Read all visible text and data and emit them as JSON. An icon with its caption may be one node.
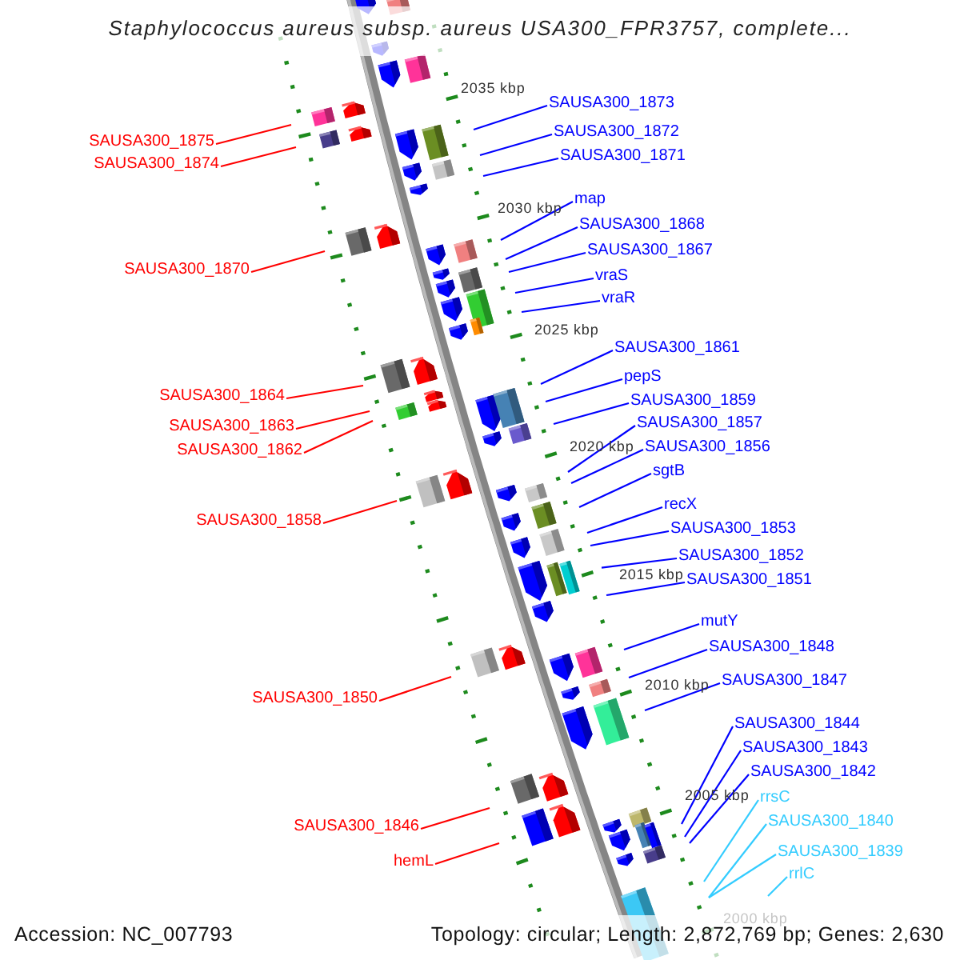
{
  "diagram": {
    "title": "Staphylococcus aureus subsp. aureus USA300_FPR3757, complete...",
    "nodes": [
      {
        "text": [
          "SAUSA300_1873"
        ]
      },
      {
        "text": [
          "SAUSA300_1872"
        ]
      },
      {
        "text": [
          "SAUSA300_1875"
        ]
      },
      {
        "text": [
          "SAUSA300_1871"
        ]
      },
      {
        "text": [
          "SAUSA300_1874"
        ]
      },
      {
        "text": [
          "map"
        ]
      },
      {
        "text": [
          "SAUSA300_1868"
        ]
      },
      {
        "text": [
          "SAUSA300_1867"
        ]
      },
      {
        "text": [
          "SAUSA300_1870"
        ]
      },
      {
        "text": [
          "vraS"
        ]
      },
      {
        "text": [
          "vraR"
        ]
      },
      {
        "text": [
          "SAUSA300_1861"
        ]
      },
      {
        "text": [
          "pepS"
        ]
      },
      {
        "text": [
          "SAUSA300_1864"
        ]
      },
      {
        "text": [
          "SAUSA300_1859"
        ]
      },
      {
        "text": [
          "SAUSA300_1857"
        ]
      },
      {
        "text": [
          "SAUSA300_1863"
        ]
      },
      {
        "text": [
          "SAUSA300_1856"
        ]
      },
      {
        "text": [
          "SAUSA300_1862"
        ]
      },
      {
        "text": [
          "sgtB"
        ]
      },
      {
        "text": [
          "recX"
        ]
      },
      {
        "text": [
          "SAUSA300_1858"
        ]
      },
      {
        "text": [
          "SAUSA300_1853"
        ]
      },
      {
        "text": [
          "SAUSA300_1852"
        ]
      },
      {
        "text": [
          "SAUSA300_1851"
        ]
      },
      {
        "text": [
          "mutY"
        ]
      },
      {
        "text": [
          "SAUSA300_1848"
        ]
      },
      {
        "text": [
          "SAUSA300_1847"
        ]
      },
      {
        "text": [
          "SAUSA300_1850"
        ]
      },
      {
        "text": [
          "SAUSA300_1844"
        ]
      },
      {
        "text": [
          "SAUSA300_1843"
        ]
      },
      {
        "text": [
          "SAUSA300_1842"
        ]
      },
      {
        "text": [
          "rrsC"
        ]
      },
      {
        "text": [
          "SAUSA300_1840"
        ]
      },
      {
        "text": [
          "SAUSA300_1846"
        ]
      },
      {
        "text": [
          "SAUSA300_1839"
        ]
      },
      {
        "text": [
          "hemL"
        ]
      },
      {
        "text": [
          "rrlC"
        ]
      }
    ],
    "edges": [
      {
        "from": 0,
        "to": null,
        "arrow": "none"
      },
      {
        "from": 1,
        "to": null,
        "arrow": "none"
      },
      {
        "from": 2,
        "to": null,
        "arrow": "none",
        "color": "#ff0000"
      },
      {
        "from": 3,
        "to": null,
        "arrow": "none"
      },
      {
        "from": 4,
        "to": null,
        "arrow": "none",
        "color": "#ff0000"
      },
      {
        "from": 5,
        "to": null,
        "arrow": "none"
      },
      {
        "from": 6,
        "to": null,
        "arrow": "none"
      },
      {
        "from": 7,
        "to": null,
        "arrow": "none"
      },
      {
        "from": 8,
        "to": null,
        "arrow": "none",
        "color": "#ff0000"
      },
      {
        "from": 9,
        "to": null,
        "arrow": "none"
      },
      {
        "from": 10,
        "to": null,
        "arrow": "none"
      },
      {
        "from": 11,
        "to": null,
        "arrow": "none"
      },
      {
        "from": 12,
        "to": null,
        "arrow": "none"
      },
      {
        "from": 13,
        "to": null,
        "arrow": "none",
        "color": "#ff0000"
      },
      {
        "from": 14,
        "to": null,
        "arrow": "none"
      },
      {
        "from": 15,
        "to": null,
        "arrow": "none"
      },
      {
        "from": 16,
        "to": null,
        "arrow": "none",
        "color": "#ff0000"
      },
      {
        "from": 17,
        "to": null,
        "arrow": "none"
      },
      {
        "from": 18,
        "to": null,
        "arrow": "none",
        "color": "#ff0000"
      },
      {
        "from": 19,
        "to": null,
        "arrow": "none"
      },
      {
        "from": 20,
        "to": null,
        "arrow": "none"
      },
      {
        "from": 21,
        "to": null,
        "arrow": "none",
        "color": "#ff0000"
      },
      {
        "from": 22,
        "to": null,
        "arrow": "none"
      },
      {
        "from": 23,
        "to": null,
        "arrow": "none"
      },
      {
        "from": 24,
        "to": null,
        "arrow": "none"
      },
      {
        "from": 25,
        "to": null,
        "arrow": "none"
      },
      {
        "from": 26,
        "to": null,
        "arrow": "none"
      },
      {
        "from": 27,
        "to": null,
        "arrow": "none"
      },
      {
        "from": 28,
        "to": null,
        "arrow": "none",
        "color": "#ff0000"
      },
      {
        "from": 29,
        "to": null,
        "arrow": "none"
      },
      {
        "from": 30,
        "to": null,
        "arrow": "none"
      },
      {
        "from": 31,
        "to": null,
        "arrow": "none"
      },
      {
        "from": 32,
        "to": null,
        "arrow": "none",
        "color": "#33ccff"
      },
      {
        "from": 33,
        "to": null,
        "arrow": "none",
        "color": "#33ccff"
      },
      {
        "from": 34,
        "to": null,
        "arrow": "none",
        "color": "#ff0000"
      },
      {
        "from": 35,
        "to": null,
        "arrow": "none",
        "color": "#33ccff"
      },
      {
        "from": 36,
        "to": null,
        "arrow": "none",
        "color": "#ff0000"
      },
      {
        "from": 37,
        "to": null,
        "arrow": "none",
        "color": "#33ccff"
      }
    ],
    "labels": [
      "2035 kbp",
      "2030 kbp",
      "2025 kbp",
      "2020 kbp",
      "2015 kbp",
      "2010 kbp",
      "2005 kbp",
      "2000 kbp",
      "Accession: NC_007793",
      "Topology: circular; Length: 2,872,769 bp; Genes: 2,630"
    ]
  }
}
